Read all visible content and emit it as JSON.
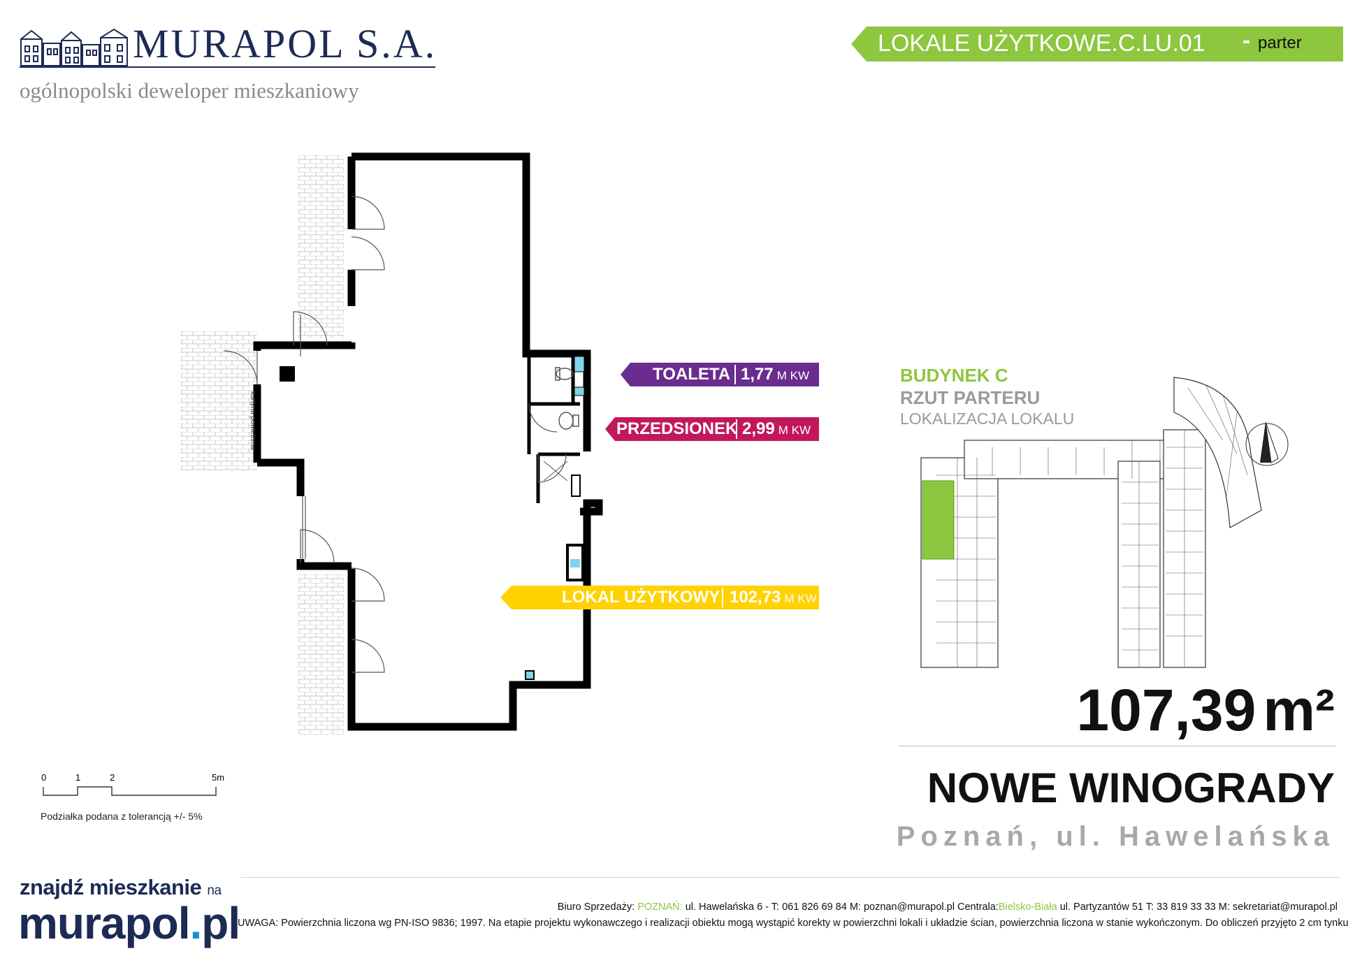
{
  "brand": {
    "name": "MURAPOL S.A.",
    "tagline": "ogólnopolski deweloper mieszkaniowy"
  },
  "banner": {
    "title": "LOKALE UŻYTKOWE.C.LU.01",
    "separator": "-",
    "floor": "parter",
    "color": "#8dc63f"
  },
  "rooms": [
    {
      "name": "TOALETA",
      "area": "1,77",
      "unit": "M KW",
      "color": "#6a2c8e"
    },
    {
      "name": "PRZEDSIONEK",
      "area": "2,99",
      "unit": "M KW",
      "color": "#c2185b"
    },
    {
      "name": "LOKAL UŻYTKOWY",
      "area": "102,73",
      "unit": "M KW",
      "color": "#ffd200"
    }
  ],
  "plan_labels": {
    "air_curtain": "kurtyna powietrzna"
  },
  "building": {
    "title": "BUDYNEK C",
    "subtitle": "RZUT PARTERU",
    "location_label": "LOKALIZACJA LOKALU"
  },
  "total": {
    "value": "107,39",
    "unit": "m²"
  },
  "project": {
    "name": "NOWE WINOGRADY",
    "address": "Poznań, ul. Hawelańska"
  },
  "scale": {
    "ticks": [
      "0",
      "1",
      "2",
      "5m"
    ],
    "note": "Podziałka podana z tolerancją +/- 5%"
  },
  "footer": {
    "find_text": "znajdź mieszkanie",
    "find_na": "na",
    "site_name": "murapol",
    "site_dot": ".",
    "site_tld": "pl",
    "office_prefix": "Biuro Sprzedaży:",
    "office_city": "POZNAŃ:",
    "office_details": "ul. Hawelańska 6 - T: 061 826 69 84 M: poznan@murapol.pl",
    "hq_prefix": "Centrala:",
    "hq_city": "Bielsko-Biała",
    "hq_details": "ul. Partyzantów 51 T: 33 819 33 33 M: sekretariat@murapol.pl",
    "note": "UWAGA: Powierzchnia liczona wg PN-ISO 9836; 1997. Na etapie projektu wykonawczego i realizacji obiektu mogą wystąpić korekty w powierzchni lokali i układzie ścian, powierzchnia liczona w stanie wykończonym. Do obliczeń przyjęto 2 cm tynku"
  }
}
